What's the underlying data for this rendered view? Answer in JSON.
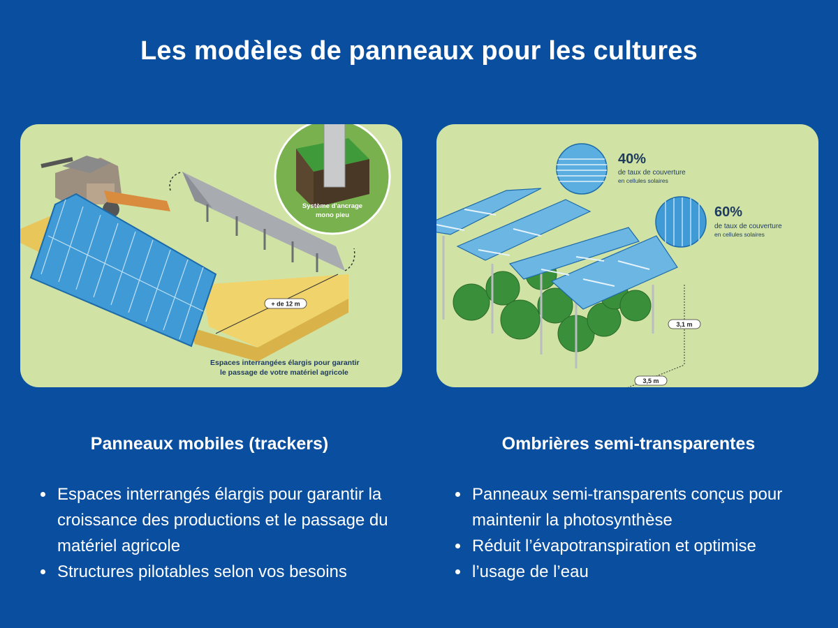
{
  "page": {
    "title": "Les modèles de panneaux pour les cultures",
    "colors": {
      "background": "#0a4f9f",
      "panel": "#d1e3a4",
      "text": "#ffffff",
      "solar_blue": "#3f9ad6"
    }
  },
  "left_illustration": {
    "anchor_label_line1": "Système d'ancrage",
    "anchor_label_line2": "mono pieu",
    "measure_label": "+ de 12 m",
    "caption_line1": "Espaces interrangées élargis pour garantir",
    "caption_line2": "le passage de votre matériel agricole"
  },
  "right_illustration": {
    "coverage_40_pct": "40%",
    "coverage_40_line1": "de taux de couverture",
    "coverage_40_line2": "en cellules solaires",
    "coverage_60_pct": "60%",
    "coverage_60_line1": "de taux de couverture",
    "coverage_60_line2": "en cellules solaires",
    "height_label": "3,1 m",
    "width_label": "3,5 m"
  },
  "left_column": {
    "heading": "Panneaux mobiles (trackers)",
    "bullets": [
      "Espaces interrangés élargis pour garantir la croissance des productions et le passage du matériel agricole",
      "Structures pilotables selon vos besoins"
    ]
  },
  "right_column": {
    "heading": "Ombrières semi-transparentes",
    "bullets": [
      "Panneaux semi-transparents conçus pour maintenir la photosynthèse",
      "Réduit l’évapotranspiration et optimise",
      "l’usage de l’eau"
    ]
  }
}
